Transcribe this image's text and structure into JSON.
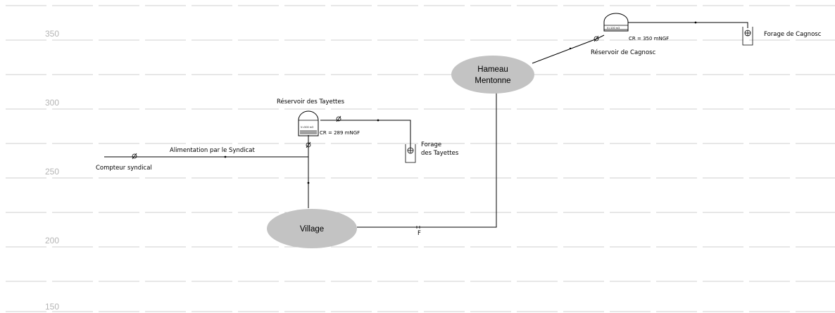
{
  "axis": {
    "values": [
      "350",
      "300",
      "250",
      "200",
      "150"
    ]
  },
  "nodes": {
    "village": "Village",
    "hameau": [
      "Hameau",
      "Mentonne"
    ]
  },
  "tayettes": {
    "reservoir_title": "Réservoir des Tayettes",
    "volume": "V=500 m3",
    "cr": "CR = 289 mNGF",
    "forage": [
      "Forage",
      "des Tayettes"
    ]
  },
  "cagnosc": {
    "reservoir_title": "Réservoir de Cagnosc",
    "volume": "V=100 m3",
    "cr": "CR = 350 mNGF",
    "forage": "Forage de Cagnosc"
  },
  "supply": {
    "alimentation": "Alimentation par le Syndicat",
    "compteur": "Compteur syndical"
  },
  "pipe_label": "F",
  "colors": {
    "grid": "#cfcfcf",
    "node_fill": "#c3c3c3",
    "axis_text": "#b5b5b5",
    "line": "#000000"
  }
}
